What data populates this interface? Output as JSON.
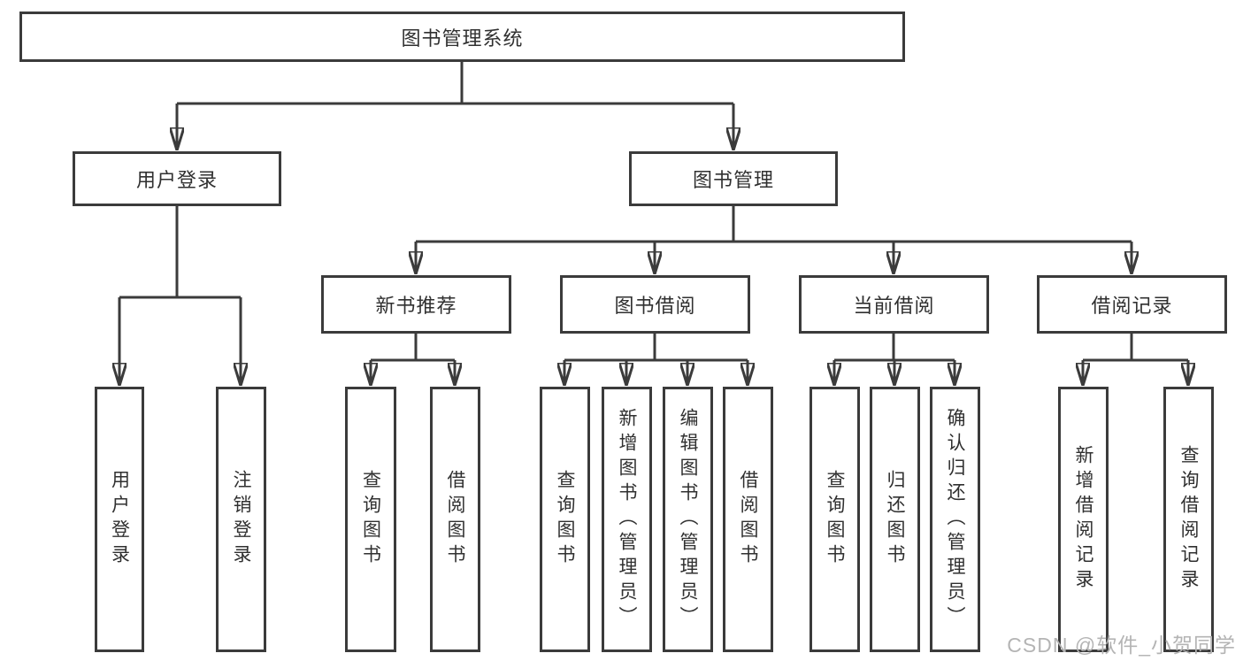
{
  "tree": {
    "root": {
      "label": "图书管理系统",
      "children": [
        {
          "label": "用户登录",
          "children": [
            {
              "label": "用户登录"
            },
            {
              "label": "注销登录"
            }
          ]
        },
        {
          "label": "图书管理",
          "children": [
            {
              "label": "新书推荐",
              "children": [
                {
                  "label": "查询图书"
                },
                {
                  "label": "借阅图书"
                }
              ]
            },
            {
              "label": "图书借阅",
              "children": [
                {
                  "label": "查询图书"
                },
                {
                  "label": "新增图书（管理员）"
                },
                {
                  "label": "编辑图书（管理员）"
                },
                {
                  "label": "借阅图书"
                }
              ]
            },
            {
              "label": "当前借阅",
              "children": [
                {
                  "label": "查询图书"
                },
                {
                  "label": "归还图书"
                },
                {
                  "label": "确认归还（管理员）"
                }
              ]
            },
            {
              "label": "借阅记录",
              "children": [
                {
                  "label": "新增借阅记录"
                },
                {
                  "label": "查询借阅记录"
                }
              ]
            }
          ]
        }
      ]
    }
  },
  "watermark": {
    "text": "CSDN @软件_小贺同学"
  },
  "colors": {
    "line": "#3b3b3b",
    "text": "#303030",
    "watermark": "#b4b4b4",
    "background": "#ffffff"
  }
}
